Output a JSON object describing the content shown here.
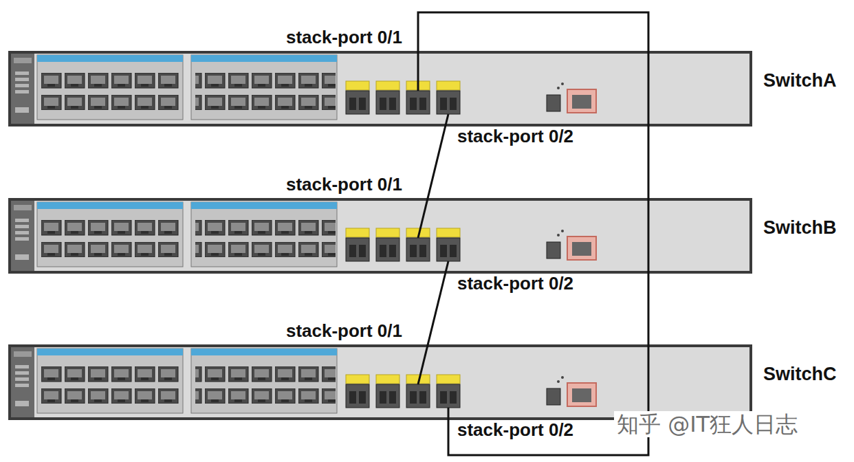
{
  "diagram": {
    "nodes": [
      {
        "text": [
          "SwitchA"
        ]
      },
      {
        "text": [
          "stack-port 0/1"
        ],
        "in": 0
      },
      {
        "text": [
          "stack-port 0/2"
        ],
        "in": 0
      },
      {
        "text": [
          "SwitchB"
        ]
      },
      {
        "text": [
          "stack-port 0/1"
        ],
        "in": 3
      },
      {
        "text": [
          "stack-port 0/2"
        ],
        "in": 3
      },
      {
        "text": [
          "SwitchC"
        ]
      },
      {
        "text": [
          "stack-port 0/1"
        ],
        "in": 6
      },
      {
        "text": [
          "stack-port 0/2"
        ],
        "in": 6
      }
    ],
    "edges": [
      {
        "from": 2,
        "to": 4,
        "arrow": "none"
      },
      {
        "from": 5,
        "to": 7,
        "arrow": "none"
      },
      {
        "from": 8,
        "to": 1,
        "arrow": "none"
      }
    ],
    "labels": [
      "知乎 @IT狂人日志"
    ]
  }
}
